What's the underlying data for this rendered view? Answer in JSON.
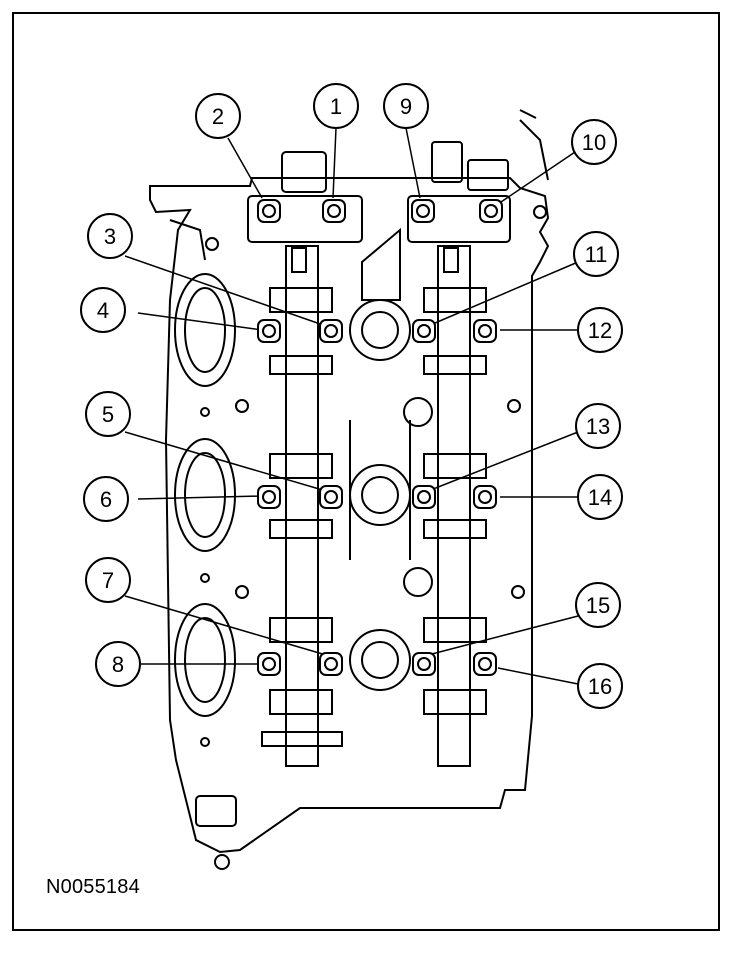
{
  "figure_id": "N0055184",
  "callouts": [
    {
      "key": "c1",
      "label": "1"
    },
    {
      "key": "c2",
      "label": "2"
    },
    {
      "key": "c3",
      "label": "3"
    },
    {
      "key": "c4",
      "label": "4"
    },
    {
      "key": "c5",
      "label": "5"
    },
    {
      "key": "c6",
      "label": "6"
    },
    {
      "key": "c7",
      "label": "7"
    },
    {
      "key": "c8",
      "label": "8"
    },
    {
      "key": "c9",
      "label": "9"
    },
    {
      "key": "c10",
      "label": "10"
    },
    {
      "key": "c11",
      "label": "11"
    },
    {
      "key": "c12",
      "label": "12"
    },
    {
      "key": "c13",
      "label": "13"
    },
    {
      "key": "c14",
      "label": "14"
    },
    {
      "key": "c15",
      "label": "15"
    },
    {
      "key": "c16",
      "label": "16"
    }
  ]
}
